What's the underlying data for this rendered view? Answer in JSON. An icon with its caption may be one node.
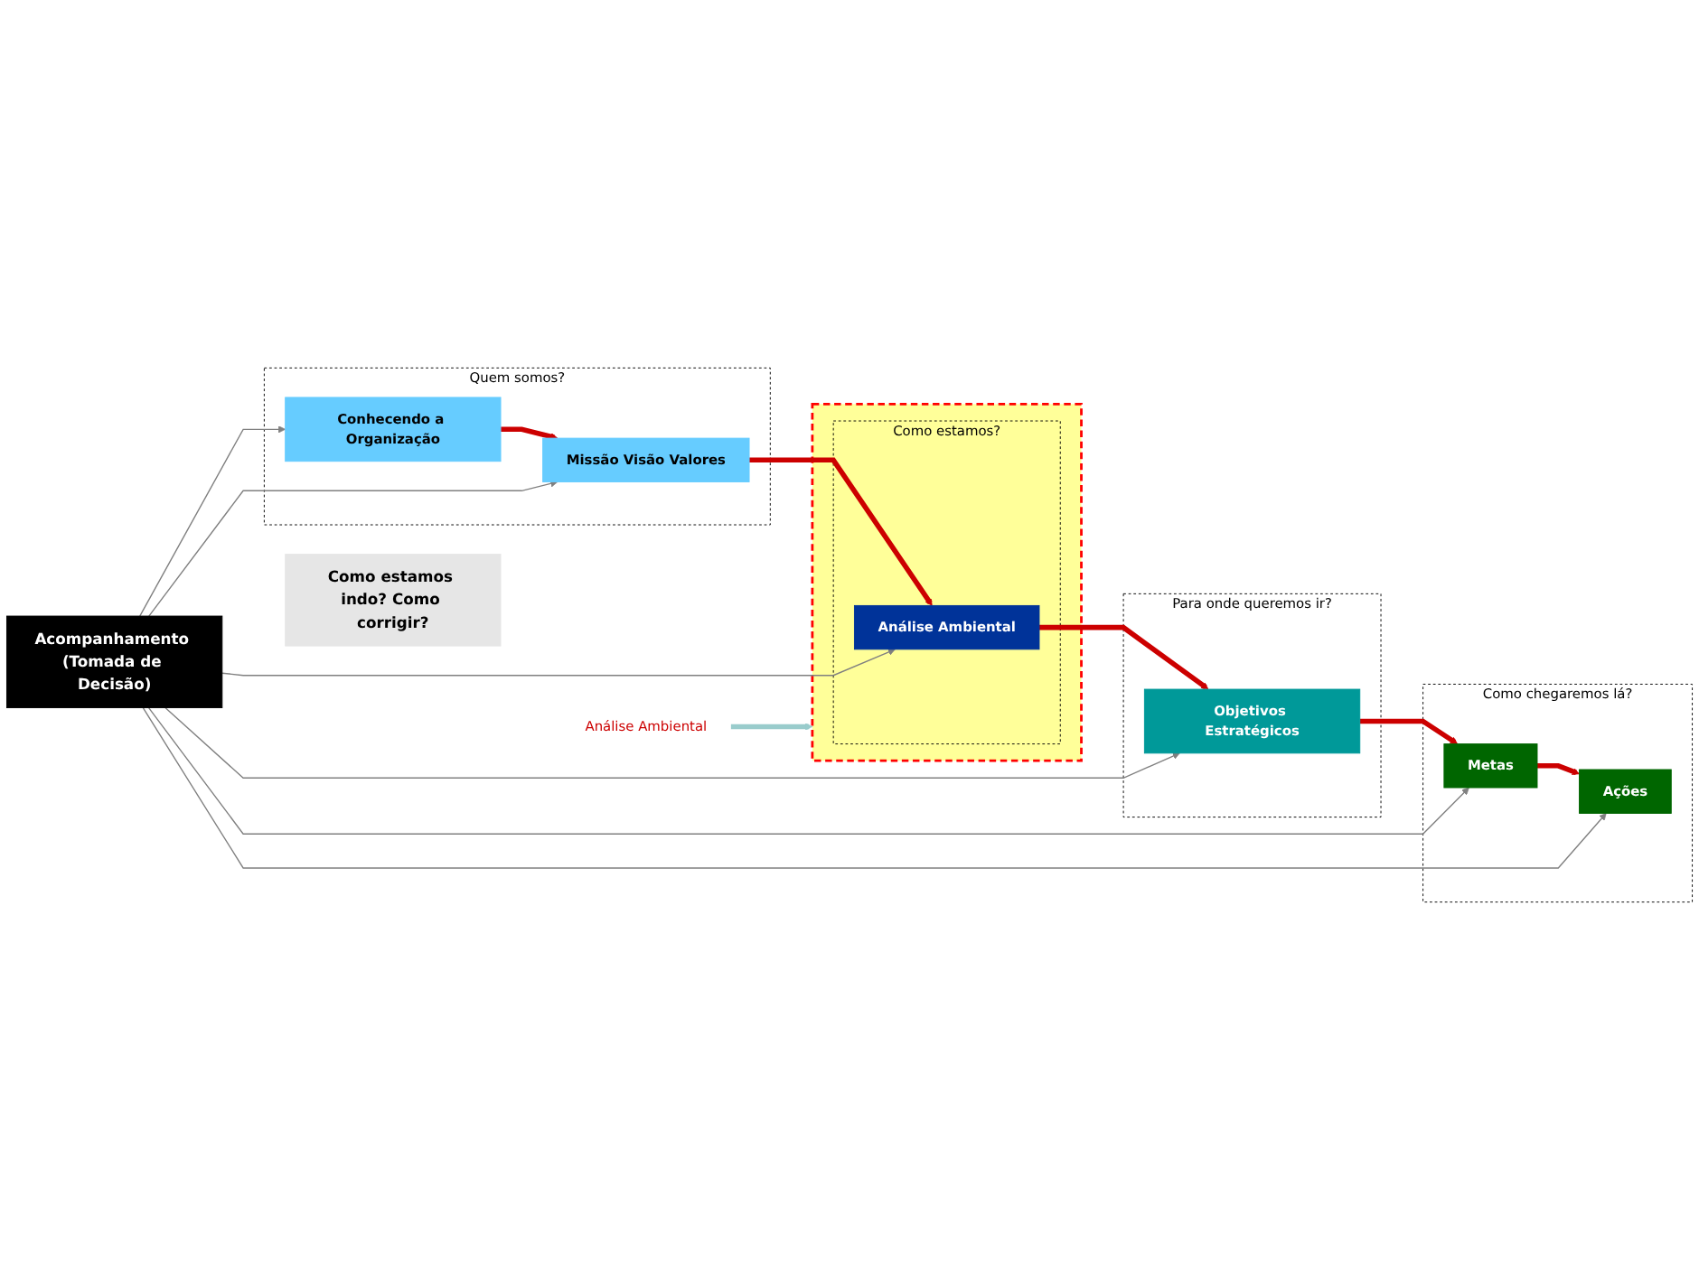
{
  "diagram": {
    "nodes": [
      {
        "text": [
          "Quem somos?"
        ]
      },
      {
        "text": [
          "Conhecendo a Organização"
        ],
        "in": 0
      },
      {
        "text": [
          "Missão Visão Valores"
        ],
        "in": 0
      },
      {
        "text": [
          "Análise Ambiental"
        ]
      },
      {
        "text": [],
        "shape": "box"
      },
      {
        "text": [
          "Como estamos?"
        ],
        "in": 4
      },
      {
        "text": [
          "Análise Ambiental"
        ],
        "in": 5
      },
      {
        "text": [
          "Para onde queremos ir?"
        ]
      },
      {
        "text": [
          "Objetivos Estratégicos"
        ],
        "in": 7
      },
      {
        "text": [
          "Como chegaremos lá?"
        ]
      },
      {
        "text": [
          "Metas"
        ],
        "in": 9
      },
      {
        "text": [
          "Ações"
        ],
        "in": 9
      },
      {
        "text": [
          "Acompanhamento (Tomada de Decisão)"
        ]
      },
      {
        "text": [
          "Como estamos indo? Como corrigir?"
        ]
      }
    ],
    "edges": [
      {
        "from": 1,
        "to": 2,
        "arrow": "to",
        "style": "thick",
        "color": "#cc0000"
      },
      {
        "from": 2,
        "to": 6,
        "arrow": "to",
        "style": "thick",
        "color": "#cc0000"
      },
      {
        "from": 6,
        "to": 8,
        "arrow": "to",
        "style": "thick",
        "color": "#cc0000"
      },
      {
        "from": 8,
        "to": 10,
        "arrow": "to",
        "style": "thick",
        "color": "#cc0000"
      },
      {
        "from": 10,
        "to": 11,
        "arrow": "to",
        "style": "thick",
        "color": "#cc0000"
      },
      {
        "from": 3,
        "to": 4,
        "arrow": "to",
        "style": "thick",
        "color": "#99cccc"
      },
      {
        "from": 12,
        "to": 1,
        "arrow": "to",
        "color": "#808080"
      },
      {
        "from": 12,
        "to": 2,
        "arrow": "to",
        "color": "#808080"
      },
      {
        "from": 12,
        "to": 6,
        "arrow": "to",
        "color": "#808080"
      },
      {
        "from": 12,
        "to": 8,
        "arrow": "to",
        "color": "#808080"
      },
      {
        "from": 12,
        "to": 10,
        "arrow": "to",
        "color": "#808080"
      },
      {
        "from": 12,
        "to": 11,
        "arrow": "to",
        "color": "#808080"
      }
    ]
  }
}
